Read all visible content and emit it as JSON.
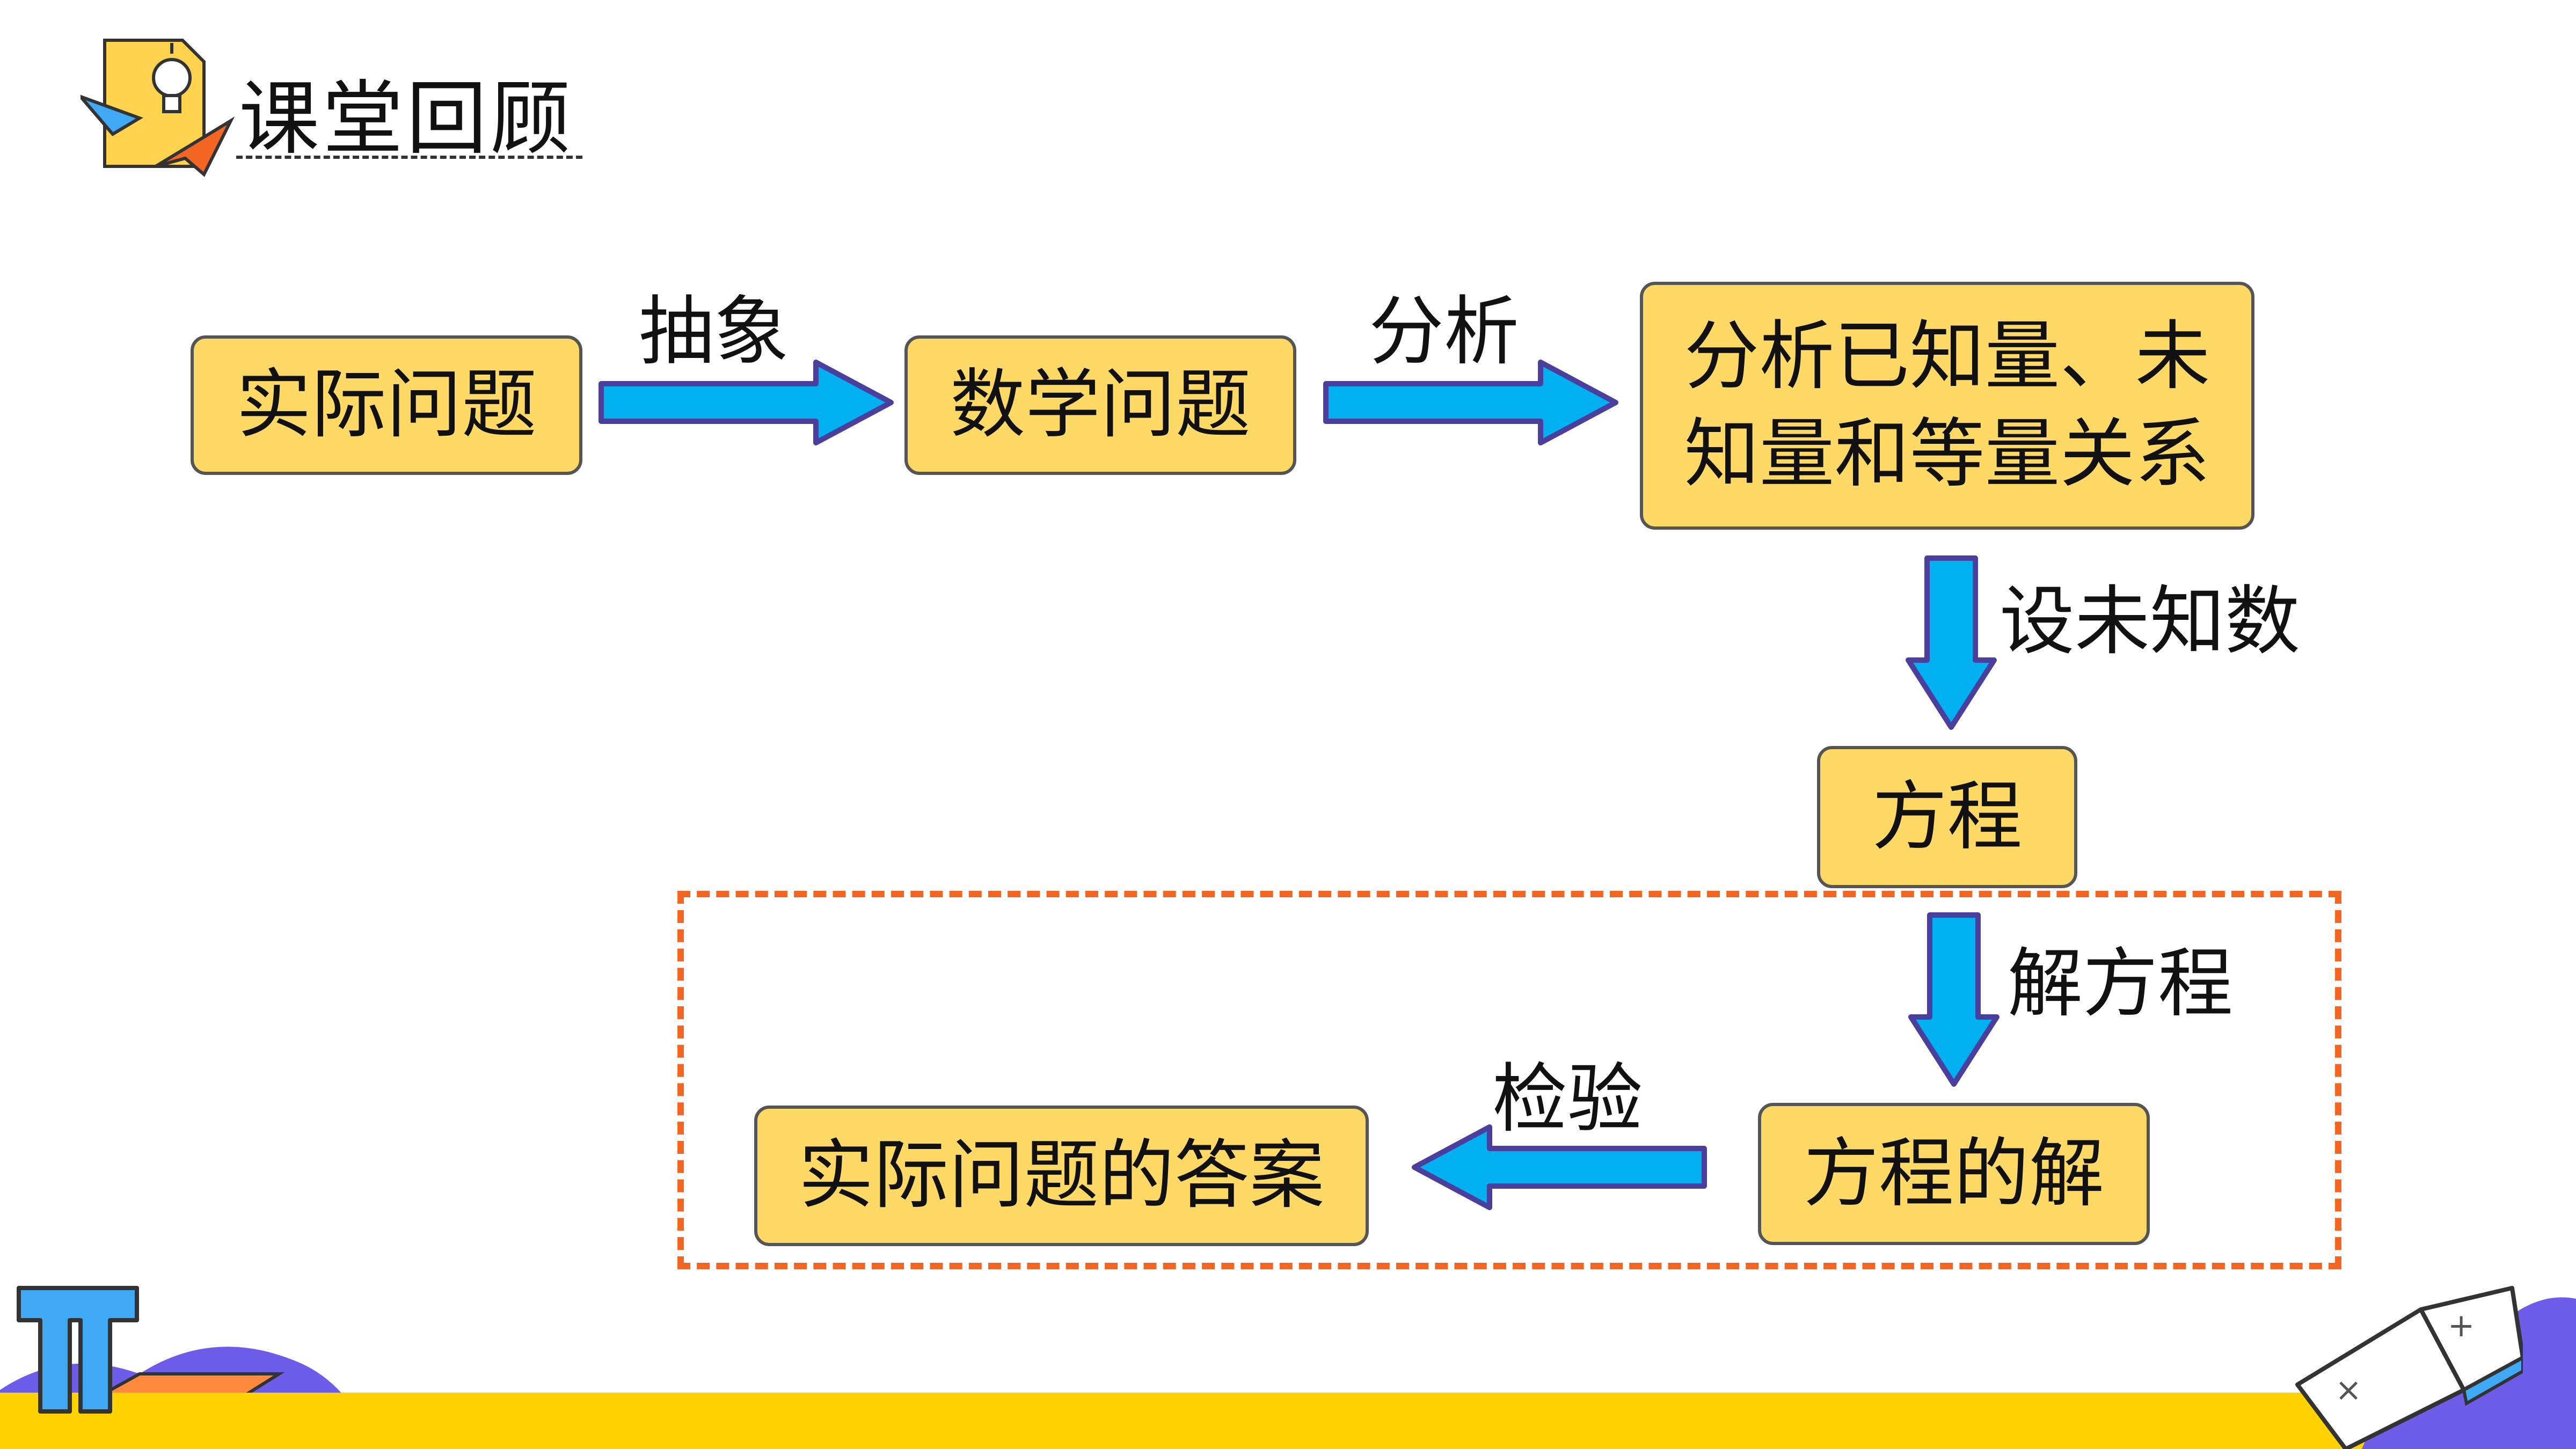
{
  "header": {
    "title": "课堂回顾"
  },
  "flow": {
    "nodes": {
      "actual_problem": "实际问题",
      "math_problem": "数学问题",
      "analysis_line1": "分析已知量、未",
      "analysis_line2": "知量和等量关系",
      "equation": "方程",
      "equation_solution": "方程的解",
      "actual_answer": "实际问题的答案"
    },
    "edges": {
      "abstract": "抽象",
      "analyze": "分析",
      "set_unknown": "设未知数",
      "solve_equation": "解方程",
      "verify": "检验"
    }
  },
  "colors": {
    "box_fill": "#FFD966",
    "arrow_fill": "#00B0F0",
    "arrow_outline": "#4B3F9E",
    "dashed_frame": "#F26522",
    "band_yellow": "#FFD200",
    "band_purple": "#6C5CE7"
  },
  "icons": {
    "header": "lightbulb-paper-planes-icon",
    "pi": "pi-symbol-icon",
    "book": "math-book-icon"
  }
}
